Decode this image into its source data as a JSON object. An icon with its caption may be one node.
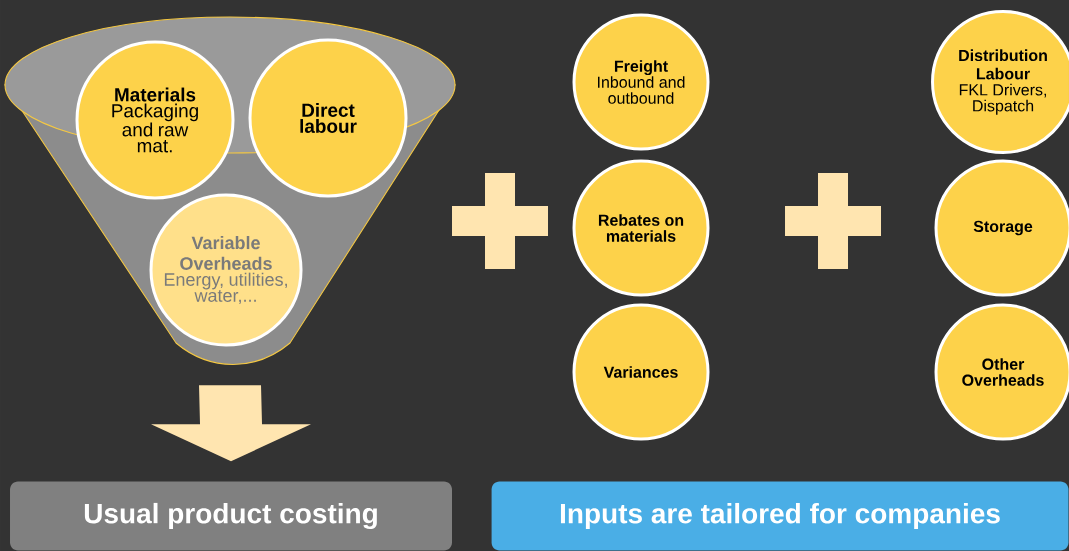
{
  "diagram": {
    "nodes": [
      {
        "text": [],
        "shape": "funnel"
      },
      {
        "text": [
          "Materials",
          "Packaging and raw mat."
        ]
      },
      {
        "text": [
          "Direct labour"
        ]
      },
      {
        "text": [
          "Variable Overheads",
          "Energy, utilities, water,..."
        ],
        "in": 0
      },
      {
        "text": [],
        "shape": "plus"
      },
      {
        "text": [
          "Freight",
          "Inbound and outbound"
        ]
      },
      {
        "text": [
          "Rebates on materials"
        ]
      },
      {
        "text": [
          "Variances"
        ]
      },
      {
        "text": [],
        "shape": "plus"
      },
      {
        "text": [
          "Distribution Labour",
          "FKL Drivers, Dispatch"
        ]
      },
      {
        "text": [
          "Storage"
        ]
      },
      {
        "text": [
          "Other Overheads"
        ]
      },
      {
        "text": [
          "Usual product costing"
        ]
      },
      {
        "text": [
          "Inputs are tailored for companies"
        ]
      }
    ],
    "edges": [
      {
        "from": 0,
        "to": 12,
        "arrow": "to",
        "style": "thick"
      }
    ]
  }
}
